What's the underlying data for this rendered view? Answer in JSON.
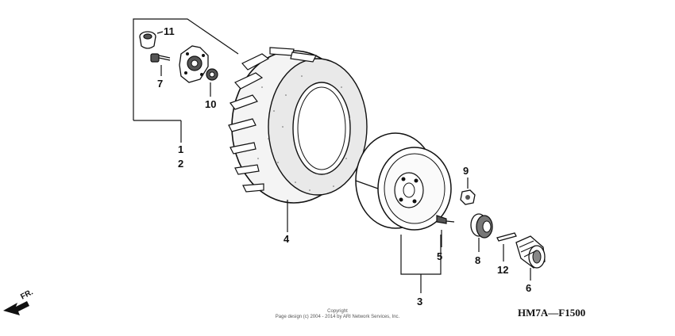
{
  "callouts": {
    "c1": "1",
    "c2": "2",
    "c3": "3",
    "c4": "4",
    "c5": "5",
    "c6": "6",
    "c7": "7",
    "c8": "8",
    "c9": "9",
    "c10": "10",
    "c11": "11",
    "c12": "12"
  },
  "direction_label": "FR.",
  "diagram_code": "HM7A—F1500",
  "copyright": {
    "line1": "Copyright",
    "line2": "Page design (c) 2004 - 2014 by ARI Network Services, Inc."
  }
}
